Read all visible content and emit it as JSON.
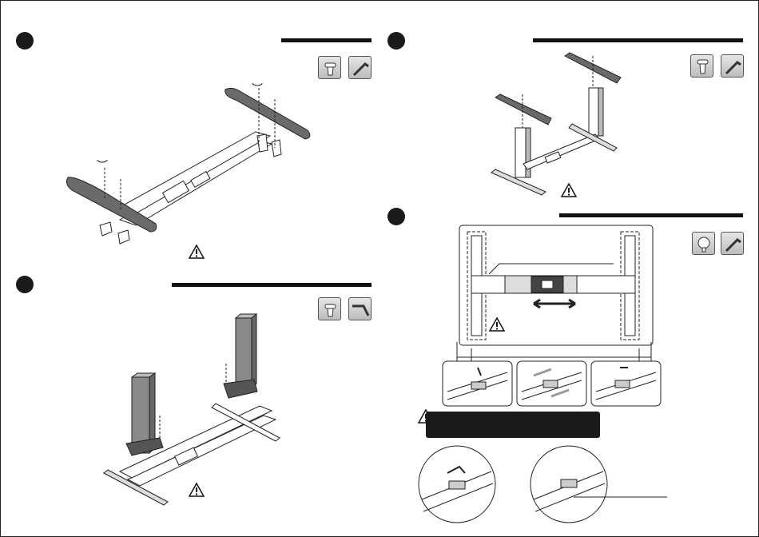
{
  "document": {
    "type": "assembly-instructions",
    "steps": [
      {
        "id": "step-screw-feet",
        "tools": [
          "screw-icon",
          "hex-key-icon"
        ]
      },
      {
        "id": "step-attach-columns",
        "tools": [
          "screw-icon",
          "hex-key-icon"
        ]
      },
      {
        "id": "step-attach-top-brackets",
        "tools": [
          "screw-icon",
          "hex-key-icon"
        ]
      },
      {
        "id": "step-adjust-frame-width",
        "tools": [
          "screw-icon",
          "hex-key-icon"
        ]
      }
    ],
    "icons": [
      "warning-icon",
      "rotate-arrow-icon",
      "double-arrow-icon"
    ],
    "colors": {
      "ink": "#111111",
      "metal": "#5a5a5a",
      "bracket": "#8a8a8a",
      "panel": "#1b1b1b"
    }
  }
}
